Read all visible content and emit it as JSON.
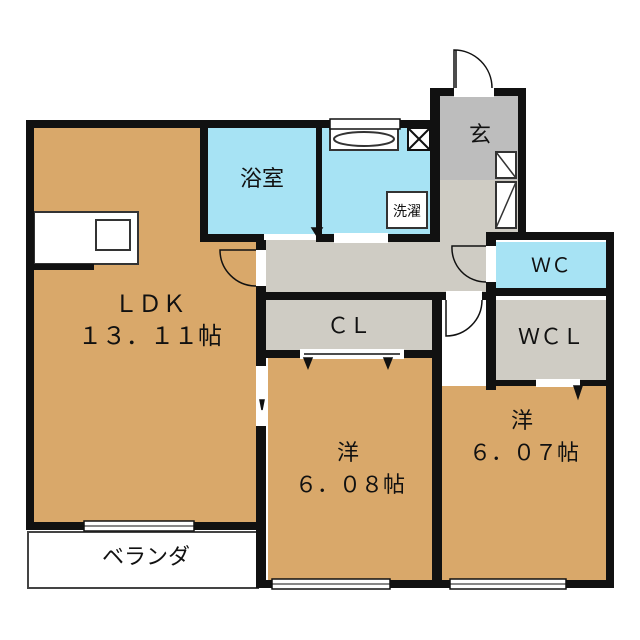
{
  "colors": {
    "wall": "#111111",
    "wood": "#d9a86a",
    "water": "#a7e3f4",
    "utility": "#cfccc4",
    "entrance": "#bdbdbd",
    "balcony": "#ffffff"
  },
  "rooms": {
    "ldk": {
      "name": "ＬＤＫ",
      "size": "１３．１１帖"
    },
    "bath": {
      "name": "浴室"
    },
    "washer": {
      "name": "洗濯"
    },
    "entrance": {
      "name": "玄"
    },
    "wc": {
      "name": "ＷＣ"
    },
    "cl": {
      "name": "ＣＬ"
    },
    "wcl": {
      "name": "ＷＣＬ"
    },
    "western1": {
      "name": "洋",
      "size": "６．０８帖"
    },
    "western2": {
      "name": "洋",
      "size": "６．０７帖"
    },
    "balcony": {
      "name": "ベランダ"
    }
  }
}
